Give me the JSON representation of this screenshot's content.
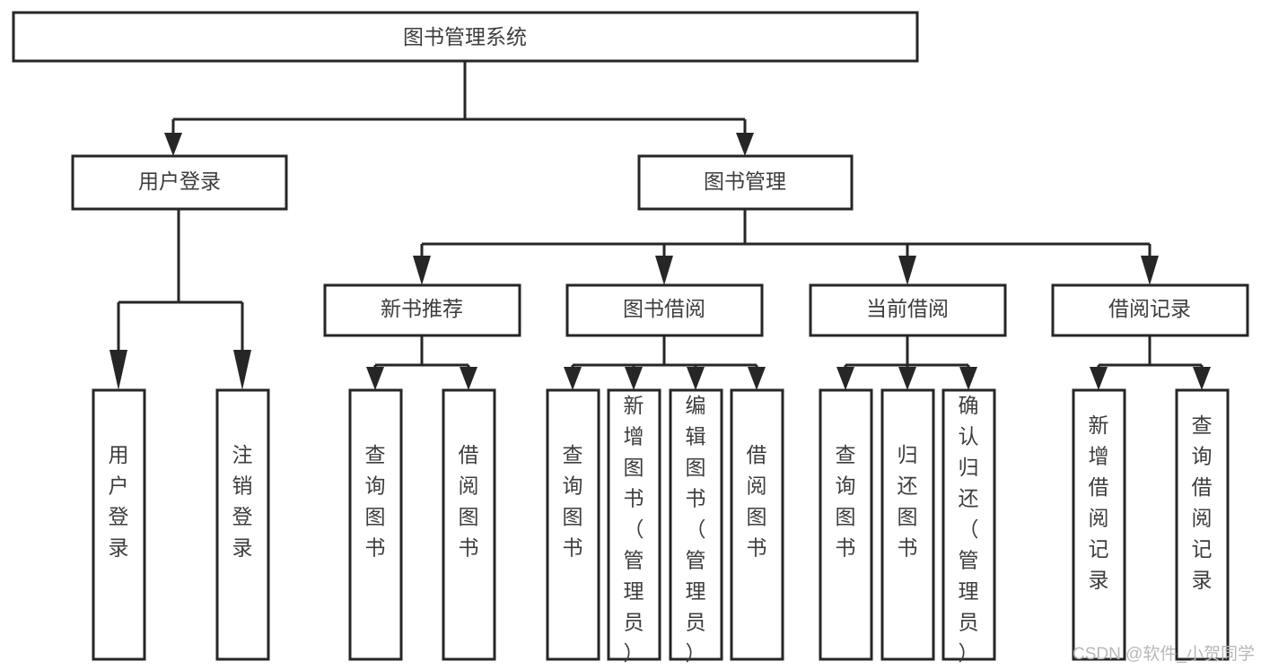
{
  "diagram": {
    "type": "tree",
    "title": "图书管理系统",
    "root": {
      "label": "图书管理系统",
      "id": "root"
    },
    "level1": [
      {
        "id": "user-login",
        "label": "用户登录"
      },
      {
        "id": "book-manage",
        "label": "图书管理"
      }
    ],
    "level2": [
      {
        "id": "new-book-rec",
        "label": "新书推荐",
        "parent": "book-manage"
      },
      {
        "id": "book-borrow",
        "label": "图书借阅",
        "parent": "book-manage"
      },
      {
        "id": "current-borrow",
        "label": "当前借阅",
        "parent": "book-manage"
      },
      {
        "id": "borrow-record",
        "label": "借阅记录",
        "parent": "book-manage"
      }
    ],
    "leaves": [
      {
        "id": "leaf-user-login",
        "label": "用户登录",
        "parent": "user-login"
      },
      {
        "id": "leaf-logout",
        "label": "注销登录",
        "parent": "user-login"
      },
      {
        "id": "leaf-query-book-1",
        "label": "查询图书",
        "parent": "new-book-rec"
      },
      {
        "id": "leaf-borrow-book-1",
        "label": "借阅图书",
        "parent": "new-book-rec"
      },
      {
        "id": "leaf-query-book-2",
        "label": "查询图书",
        "parent": "book-borrow"
      },
      {
        "id": "leaf-add-book",
        "label": "新增图书（管理员）",
        "parent": "book-borrow"
      },
      {
        "id": "leaf-edit-book",
        "label": "编辑图书（管理员）",
        "parent": "book-borrow"
      },
      {
        "id": "leaf-borrow-book-2",
        "label": "借阅图书",
        "parent": "book-borrow"
      },
      {
        "id": "leaf-query-book-3",
        "label": "查询图书",
        "parent": "current-borrow"
      },
      {
        "id": "leaf-return-book",
        "label": "归还图书",
        "parent": "current-borrow"
      },
      {
        "id": "leaf-confirm-return",
        "label": "确认归还（管理员）",
        "parent": "current-borrow"
      },
      {
        "id": "leaf-add-record",
        "label": "新增借阅记录",
        "parent": "borrow-record"
      },
      {
        "id": "leaf-query-record",
        "label": "查询借阅记录",
        "parent": "borrow-record"
      }
    ],
    "watermark": "CSDN @软件_小贺同学",
    "colors": {
      "stroke": "#262626",
      "fill": "#ffffff",
      "text": "#3d3d3d",
      "watermark": "#b8b8b8",
      "background": "#ffffff"
    }
  }
}
